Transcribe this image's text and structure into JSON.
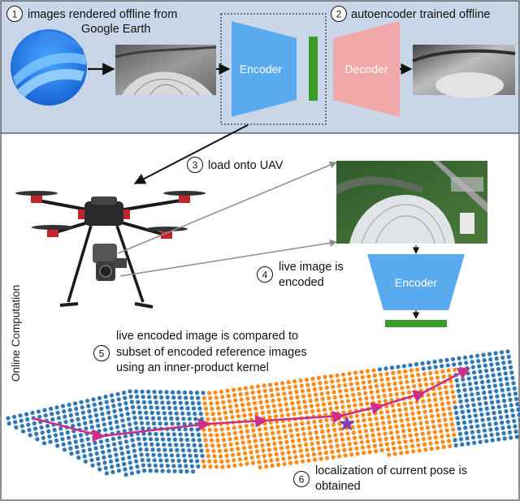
{
  "colors": {
    "offline_panel_bg": "#c9d6e8",
    "online_panel_bg": "#ffffff",
    "encoder": "#5aaaf0",
    "decoder": "#f0a8a8",
    "latent": "#3a9a2a",
    "points_blue": "#2e78b8",
    "points_orange": "#ff8c1a",
    "trajectory": "#cc2e88",
    "star": "#8a3fc2",
    "arrow_gray": "#8c8c8c"
  },
  "offline": {
    "step1": {
      "num": "1",
      "text_line1": "images rendered offline from",
      "text_line2": "Google Earth"
    },
    "step2": {
      "num": "2",
      "text": "autoencoder trained offline"
    },
    "encoder_label": "Encoder",
    "decoder_label": "Decoder"
  },
  "online": {
    "side_label": "Online Computation",
    "step3": {
      "num": "3",
      "text": "load onto UAV"
    },
    "step4": {
      "num": "4",
      "text_line1": "live image is",
      "text_line2": "encoded"
    },
    "encoder_label": "Encoder",
    "step5": {
      "num": "5",
      "text_line1": "live encoded image is compared to",
      "text_line2": "subset of encoded reference images",
      "text_line3": "using an inner-product kernel"
    },
    "step6": {
      "num": "6",
      "text_line1": "localization of current pose is",
      "text_line2": "obtained"
    }
  },
  "icons": {
    "google_earth": "google-earth-logo-icon",
    "uav": "drone-icon",
    "star": "star-icon"
  }
}
